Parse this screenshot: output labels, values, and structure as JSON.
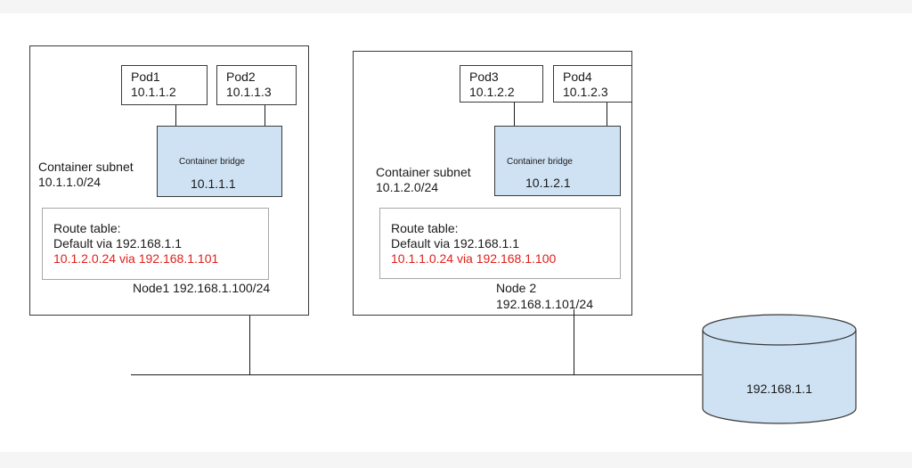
{
  "colors": {
    "bridge_fill": "#cfe2f3",
    "route_highlight": "#e0201b",
    "stroke": "#3a3a3a"
  },
  "nodes": [
    {
      "pods": [
        {
          "name": "Pod1",
          "ip": "10.1.1.2"
        },
        {
          "name": "Pod2",
          "ip": "10.1.1.3"
        }
      ],
      "bridge": {
        "title": "Container bridge",
        "ip": "10.1.1.1"
      },
      "subnet": {
        "label": "Container subnet",
        "cidr": "10.1.1.0/24"
      },
      "route_table": {
        "title": "Route table:",
        "default_route": "Default via 192.168.1.1",
        "highlight_route": "10.1.2.0.24 via 192.168.1.101"
      },
      "node_label": "Node1 192.168.1.100/24"
    },
    {
      "pods": [
        {
          "name": "Pod3",
          "ip": "10.1.2.2"
        },
        {
          "name": "Pod4",
          "ip": "10.1.2.3"
        }
      ],
      "bridge": {
        "title": "Container bridge",
        "ip": "10.1.2.1"
      },
      "subnet": {
        "label": "Container subnet",
        "cidr": "10.1.2.0/24"
      },
      "route_table": {
        "title": "Route table:",
        "default_route": "Default via 192.168.1.1",
        "highlight_route": "10.1.1.0.24 via 192.168.1.100"
      },
      "node_label_line1": "Node 2",
      "node_label_line2": "192.168.1.101/24"
    }
  ],
  "gateway": {
    "ip": "192.168.1.1"
  }
}
